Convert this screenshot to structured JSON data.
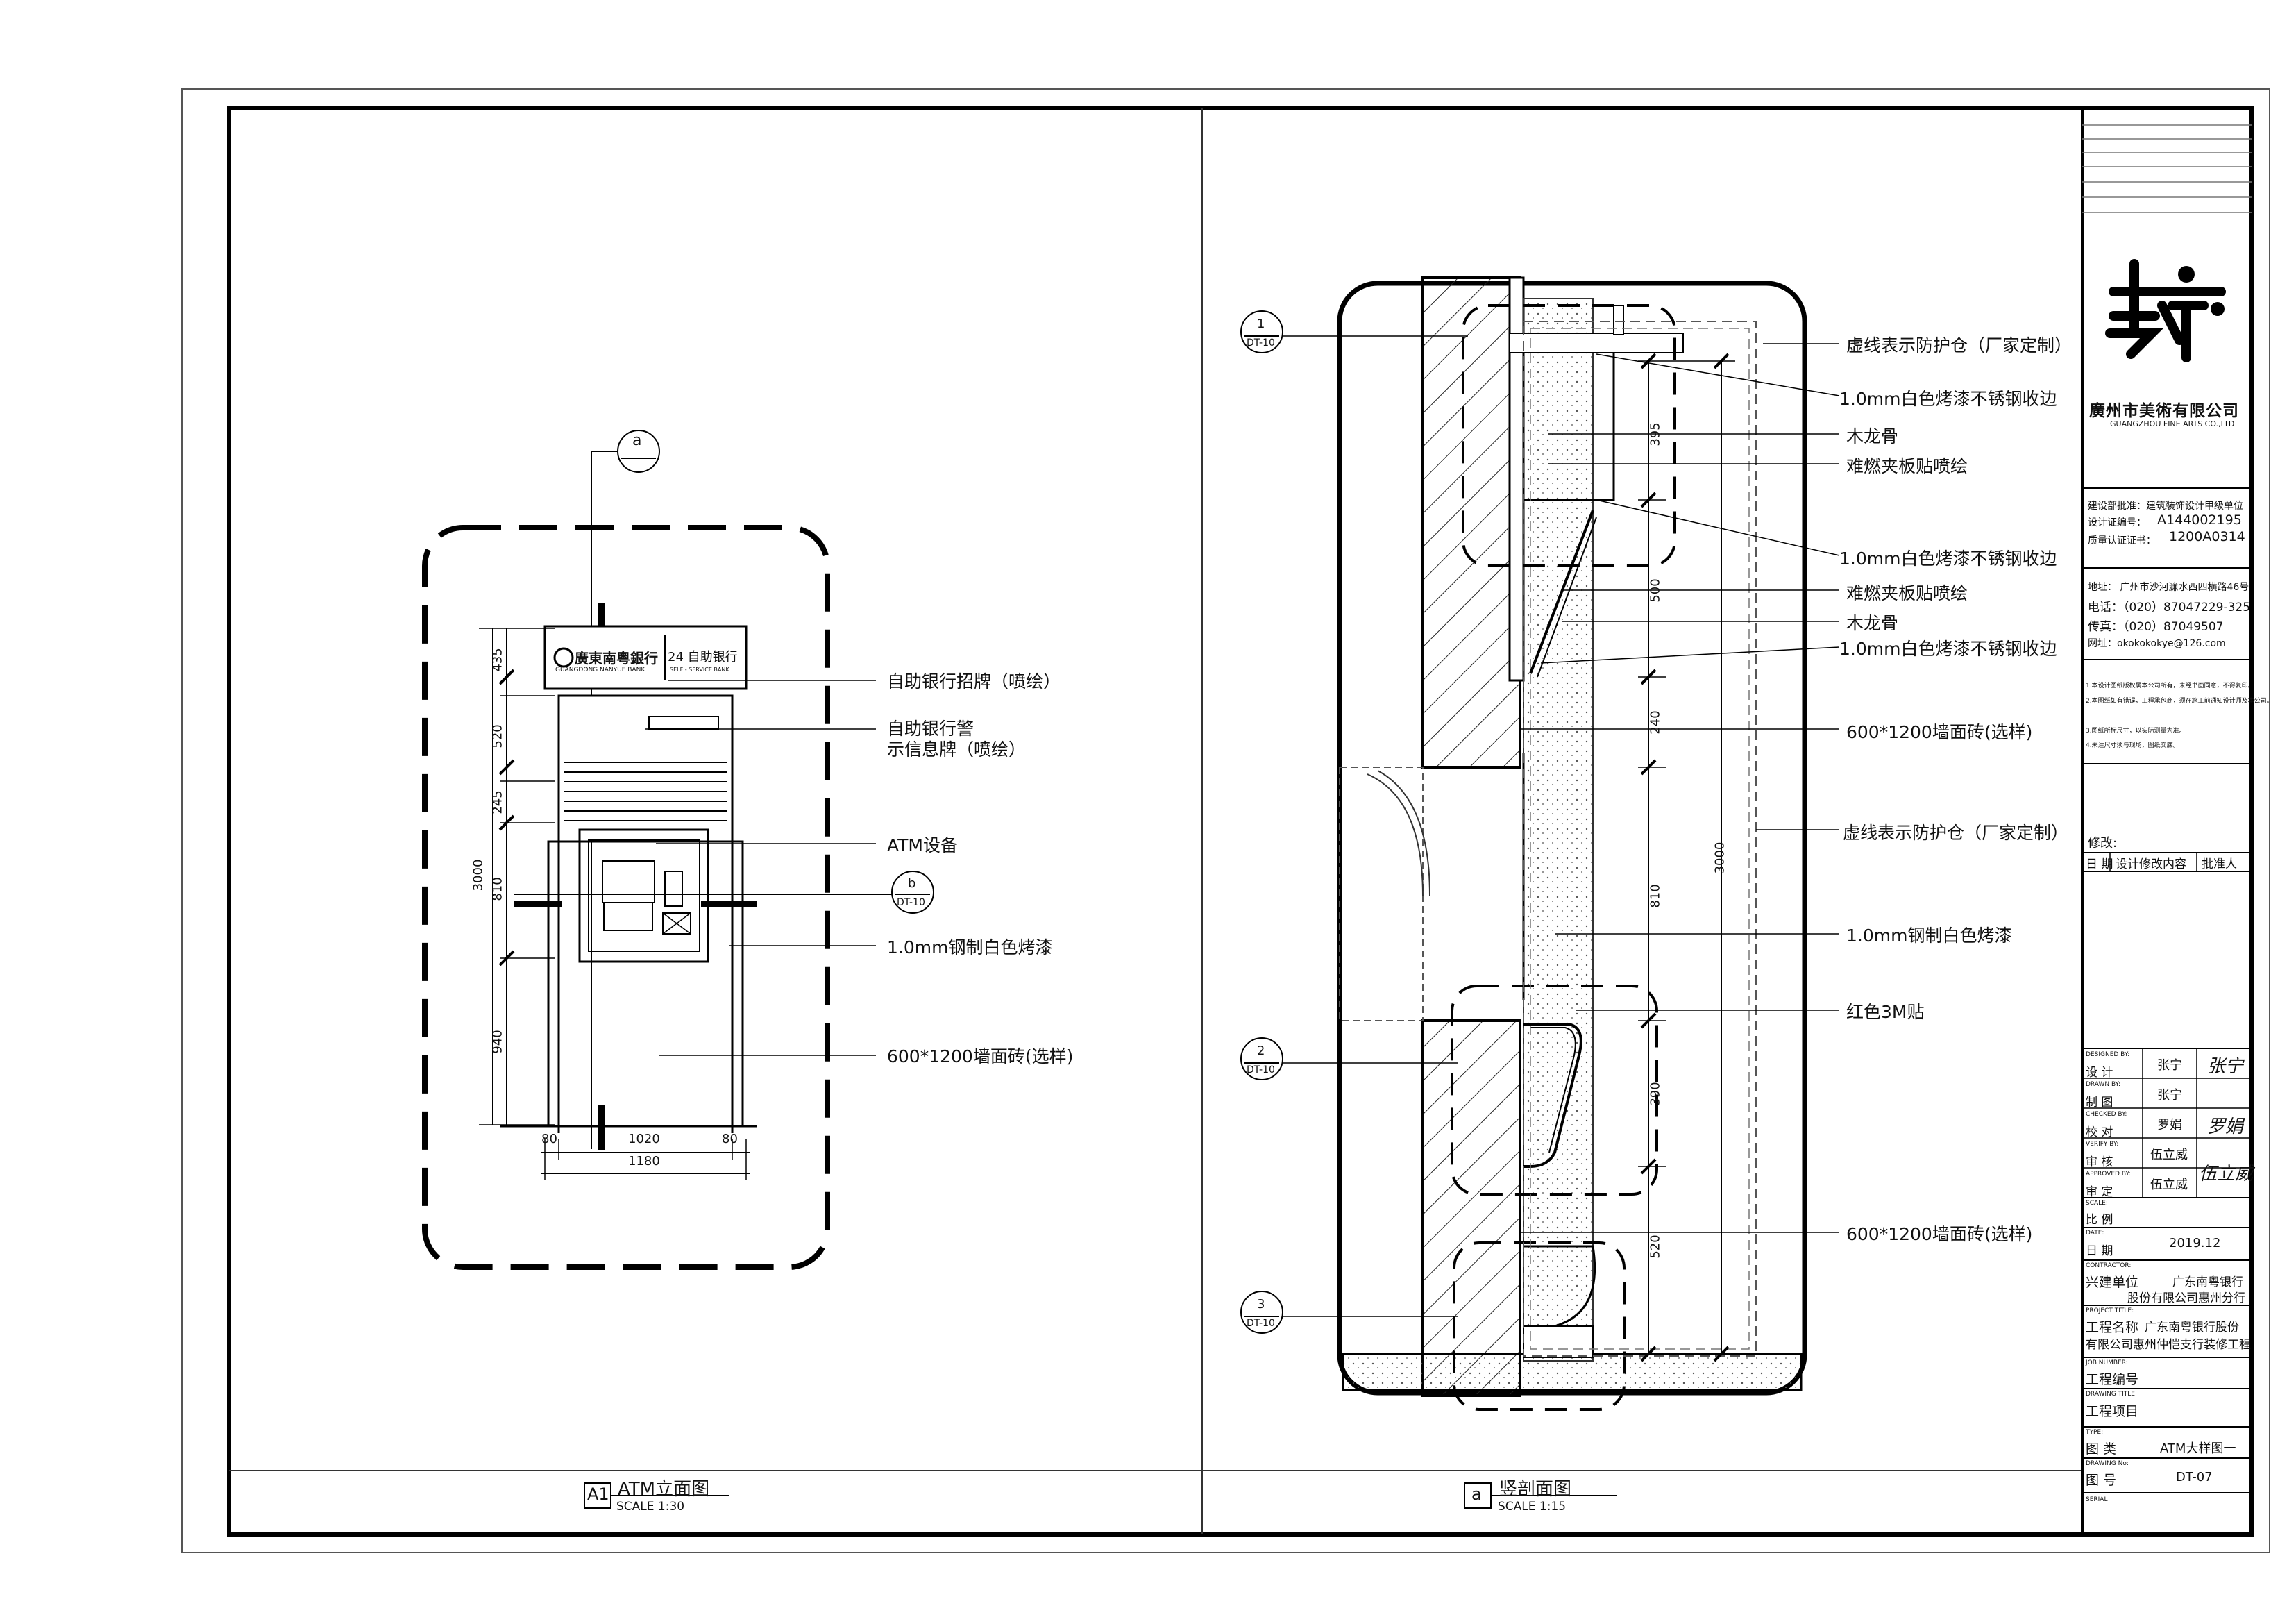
{
  "elevation": {
    "callout": "a",
    "callout_b": "b",
    "callout_b_ref": "DT-10",
    "sign_bank_name": "廣東南粵銀行",
    "sign_bank_en": "GUANGDONG NANYUE BANK",
    "sign_24h": "24 自助银行",
    "sign_24h_en": "SELF - SERVICE BANK",
    "dims_vertical": [
      "435",
      "520",
      "245",
      "810",
      "940"
    ],
    "dim_total_height": "3000",
    "dims_bottom": [
      "80",
      "1020",
      "80"
    ],
    "dim_total_width": "1180",
    "labels": [
      "自助银行招牌（喷绘）",
      "自助银行警",
      "示信息牌（喷绘）",
      "ATM设备",
      "1.0mm钢制白色烤漆",
      "600*1200墙面砖(选样)"
    ],
    "title_tag": "A1",
    "title": "ATM立面图",
    "scale": "SCALE 1:30"
  },
  "section": {
    "callouts": [
      {
        "num": "1",
        "ref": "DT-10"
      },
      {
        "num": "2",
        "ref": "DT-10"
      },
      {
        "num": "3",
        "ref": "DT-10"
      }
    ],
    "dims": [
      "395",
      "500",
      "240",
      "810",
      "390",
      "520"
    ],
    "dim_total": "3000",
    "labels": [
      "虚线表示防护仓（厂家定制）",
      "1.0mm白色烤漆不锈钢收边",
      "木龙骨",
      "难燃夹板贴喷绘",
      "1.0mm白色烤漆不锈钢收边",
      "难燃夹板贴喷绘",
      "木龙骨",
      "1.0mm白色烤漆不锈钢收边",
      "600*1200墙面砖(选样)",
      "虚线表示防护仓（厂家定制）",
      "1.0mm钢制白色烤漆",
      "红色3M贴",
      "600*1200墙面砖(选样)"
    ],
    "title_tag": "a",
    "title": "竖剖面图",
    "scale": "SCALE 1:15"
  },
  "title_block": {
    "company_cn": "廣州市美術有限公司",
    "company_en": "GUANGZHOU FINE ARTS CO.,LTD",
    "license_label": "建设部批准：建筑装饰设计甲级单位",
    "design_cert_label": "设计证编号：",
    "design_cert": "A144002195",
    "quality_cert_label": "质量认证证书：",
    "quality_cert": "1200A0314",
    "address": "地址：  广州市沙河濂水西四横路46号",
    "phone": "电话：（020）87047229-325",
    "fax": "传真：（020）87049507",
    "web": "网址：okokokokye@126.com",
    "notes": [
      "1.本设计图纸版权属本公司所有，未经书面同意，不得复印。",
      "2.本图纸如有错误，工程承包商，须在施工前通知设计师及本公司。",
      "3.图纸所标尺寸，以实际测量为准。",
      "4.未注尺寸须与现场，图纸交底。"
    ],
    "revision": "修改:",
    "rev_date": "日 期",
    "rev_content": "设计修改内容",
    "rev_approver": "批准人",
    "rows": [
      {
        "en": "DESIGNED BY:",
        "cn": "设    计",
        "val": "张宁",
        "sig": "张宁"
      },
      {
        "en": "DRAWN BY:",
        "cn": "制    图",
        "val": "张宁",
        "sig": ""
      },
      {
        "en": "CHECKED BY:",
        "cn": "校    对",
        "val": "罗娟",
        "sig": "罗娟"
      },
      {
        "en": "VERIFY BY:",
        "cn": "审    核",
        "val": "伍立威",
        "sig": ""
      },
      {
        "en": "APPROVED BY:",
        "cn": "审    定",
        "val": "伍立威",
        "sig": "伍立威"
      }
    ],
    "scale_en": "SCALE:",
    "scale_cn": "比    例",
    "date_en": "DATE:",
    "date_cn": "日    期",
    "date_val": "2019.12",
    "contractor_en": "CONTRACTOR:",
    "contractor_cn": "兴建单位",
    "contractor_val1": "广东南粤银行",
    "contractor_val2": "股份有限公司惠州分行",
    "project_en": "PROJECT TITLE:",
    "project_cn": "工程名称",
    "project_val1": "广东南粤银行股份",
    "project_val2": "有限公司惠州仲恺支行装修工程",
    "job_en": "JOB NUMBER:",
    "job_cn": "工程编号",
    "drawing_en": "DRAWING TITLE:",
    "drawing_cn": "工程项目",
    "type_en": "TYPE:",
    "type_cn": "图    类",
    "type_val": "ATM大样图一",
    "dno_en": "DRAWING No:",
    "dno_cn": "图    号",
    "dno_val": "DT-07",
    "serial_en": "SERIAL"
  }
}
